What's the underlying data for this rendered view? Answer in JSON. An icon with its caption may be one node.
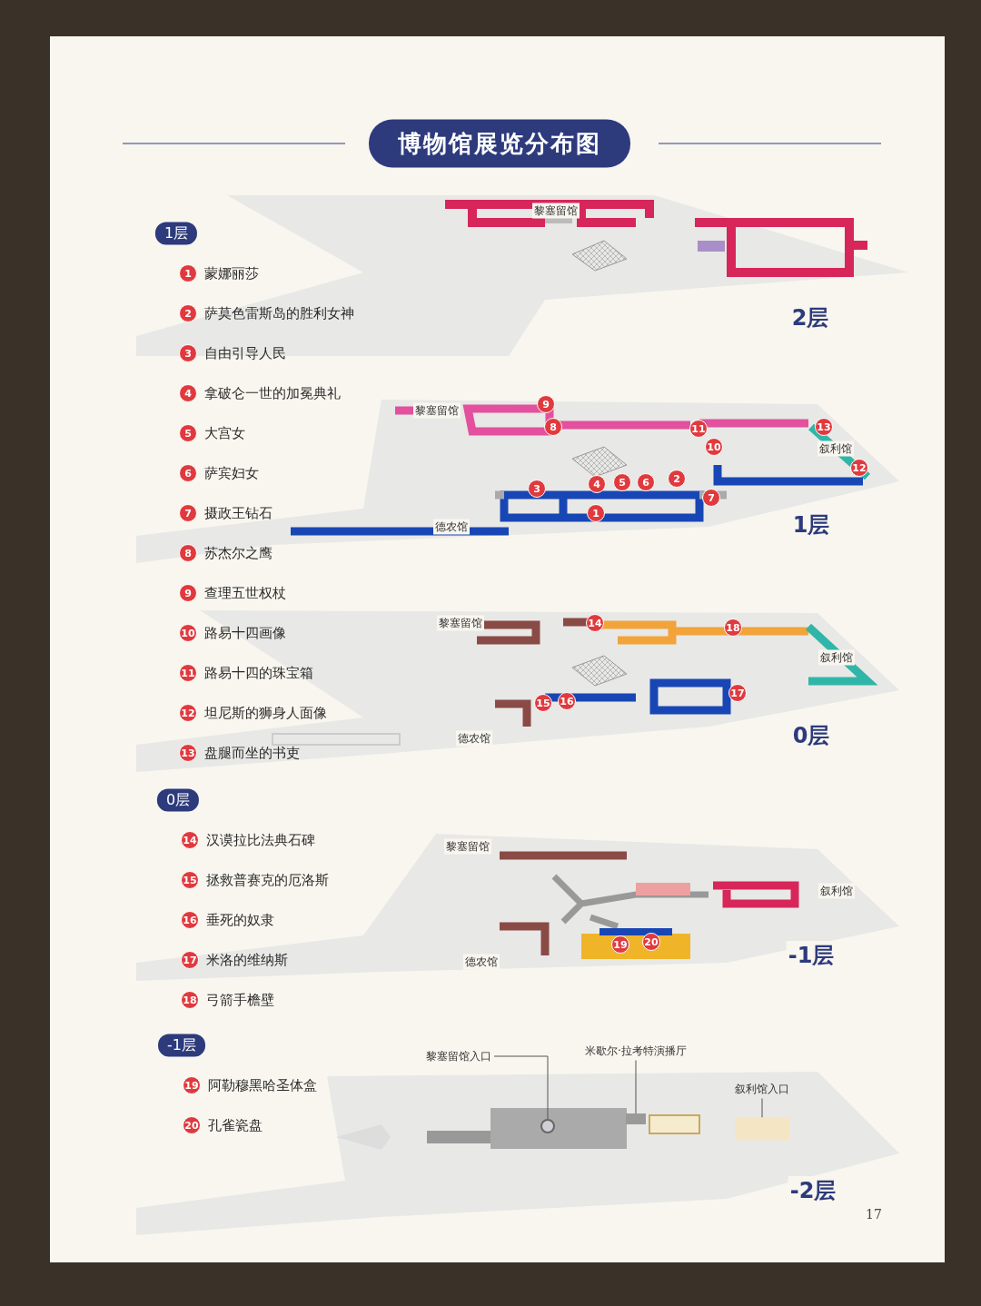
{
  "diagram": {
    "title": "博物馆展览分布图",
    "nodes": [
      {
        "text": [
          "1层"
        ]
      },
      {
        "text": [
          "1"
        ],
        "beside": [
          "蒙娜丽莎"
        ]
      },
      {
        "text": [
          "2"
        ],
        "beside": [
          "萨莫色雷斯岛的胜利女神"
        ]
      },
      {
        "text": [
          "3"
        ],
        "beside": [
          "自由引导人民"
        ]
      },
      {
        "text": [
          "4"
        ],
        "beside": [
          "拿破仑一世的加冕典礼"
        ]
      },
      {
        "text": [
          "5"
        ],
        "beside": [
          "大宫女"
        ]
      },
      {
        "text": [
          "6"
        ],
        "beside": [
          "萨宾妇女"
        ]
      },
      {
        "text": [
          "7"
        ],
        "beside": [
          "摄政王钻石"
        ]
      },
      {
        "text": [
          "8"
        ],
        "beside": [
          "苏杰尔之鹰"
        ]
      },
      {
        "text": [
          "9"
        ],
        "beside": [
          "查理五世权杖"
        ]
      },
      {
        "text": [
          "10"
        ],
        "beside": [
          "路易十四画像"
        ]
      },
      {
        "text": [
          "11"
        ],
        "beside": [
          "路易十四的珠宝箱"
        ]
      },
      {
        "text": [
          "12"
        ],
        "beside": [
          "坦尼斯的狮身人面像"
        ]
      },
      {
        "text": [
          "13"
        ],
        "beside": [
          "盘腿而坐的书吏"
        ]
      },
      {
        "text": [
          "0层"
        ]
      },
      {
        "text": [
          "14"
        ],
        "beside": [
          "汉谟拉比法典石碑"
        ]
      },
      {
        "text": [
          "15"
        ],
        "beside": [
          "拯救普赛克的厄洛斯"
        ]
      },
      {
        "text": [
          "16"
        ],
        "beside": [
          "垂死的奴隶"
        ]
      },
      {
        "text": [
          "17"
        ],
        "beside": [
          "米洛的维纳斯"
        ]
      },
      {
        "text": [
          "18"
        ],
        "beside": [
          "弓箭手檐壁"
        ]
      },
      {
        "text": [
          "-1层"
        ]
      },
      {
        "text": [
          "19"
        ],
        "beside": [
          "阿勒穆黑哈圣体盒"
        ]
      },
      {
        "text": [
          "20"
        ],
        "beside": [
          "孔雀瓷盘"
        ]
      },
      {
        "text": [
          "9"
        ]
      },
      {
        "text": [
          "8"
        ]
      },
      {
        "text": [
          "11"
        ]
      },
      {
        "text": [
          "10"
        ]
      },
      {
        "text": [
          "13"
        ]
      },
      {
        "text": [
          "12"
        ]
      },
      {
        "text": [
          "3"
        ]
      },
      {
        "text": [
          "4"
        ]
      },
      {
        "text": [
          "5"
        ]
      },
      {
        "text": [
          "6"
        ]
      },
      {
        "text": [
          "2"
        ]
      },
      {
        "text": [
          "7"
        ]
      },
      {
        "text": [
          "1"
        ]
      },
      {
        "text": [
          "14"
        ]
      },
      {
        "text": [
          "18"
        ]
      },
      {
        "text": [
          "17"
        ]
      },
      {
        "text": [
          "15"
        ]
      },
      {
        "text": [
          "16"
        ]
      },
      {
        "text": [
          "19"
        ]
      },
      {
        "text": [
          "20"
        ]
      },
      {
        "text": [
          "黎塞留馆入口"
        ]
      },
      {
        "text": [
          "米歇尔·拉考特演播厅"
        ]
      },
      {
        "text": [
          "叙利馆入口"
        ]
      },
      {
        "text": [],
        "shape": "circle"
      },
      {
        "text": [],
        "shape": "box"
      },
      {
        "text": [],
        "shape": "box"
      }
    ],
    "edges": [
      {
        "from": 43,
        "to": 46,
        "arrow": "none"
      },
      {
        "from": 44,
        "to": 47,
        "arrow": "none"
      },
      {
        "from": 45,
        "to": 48,
        "arrow": "none"
      }
    ],
    "labels": [
      "黎塞留馆",
      "2层",
      "黎塞留馆",
      "叙利馆",
      "德农馆",
      "1层",
      "黎塞留馆",
      "叙利馆",
      "德农馆",
      "0层",
      "黎塞留馆",
      "叙利馆",
      "德农馆",
      "-1层",
      "-2层",
      "17"
    ]
  }
}
